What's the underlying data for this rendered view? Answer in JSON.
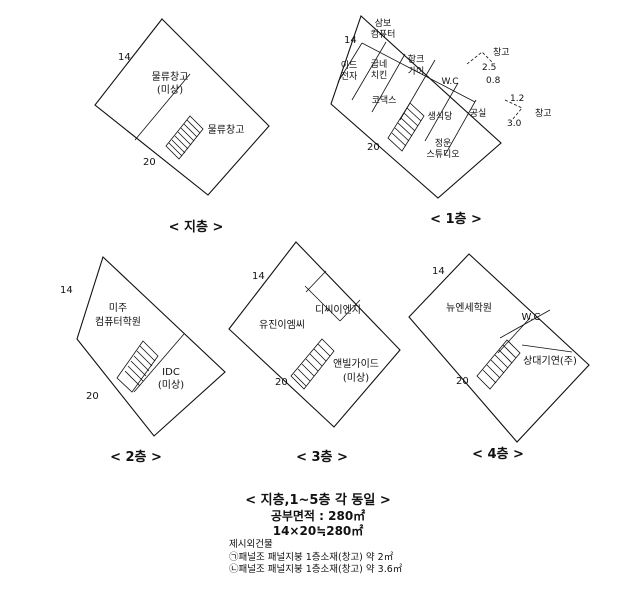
{
  "floors": {
    "basement": {
      "caption": "< 지층 >",
      "dim_short": "14",
      "dim_long": "20",
      "rooms": {
        "a_line1": "물류창고",
        "a_line2": "(미상)",
        "b": "물류창고"
      }
    },
    "first": {
      "caption": "< 1층 >",
      "dim_short": "14",
      "dim_long": "20",
      "rooms": {
        "sambo_1": "삼보",
        "sambo_2": "컴퓨터",
        "ideu_1": "이드",
        "ideu_2": "전자",
        "gubne_1": "굽네",
        "gubne_2": "치킨",
        "hanggaia_1": "항크",
        "hanggaia_2": "가이",
        "wc": "W.C",
        "kodaks": "코댁스",
        "saengsikdang": "생식당",
        "gongsil": "공실",
        "jeongun_1": "정운",
        "jeongun_2": "스튜디오"
      },
      "annex": {
        "upper_label": "창고",
        "upper_dim_a": "2.5",
        "upper_dim_b": "0.8",
        "lower_label": "창고",
        "lower_dim_a": "1.2",
        "lower_dim_b": "3.0"
      }
    },
    "second": {
      "caption": "< 2층 >",
      "dim_short": "14",
      "dim_long": "20",
      "rooms": {
        "a_line1": "미주",
        "a_line2": "컴퓨터학원",
        "b_line1": "IDC",
        "b_line2": "(미상)"
      }
    },
    "third": {
      "caption": "< 3층 >",
      "dim_short": "14",
      "dim_long": "20",
      "rooms": {
        "a": "유진이엠씨",
        "b": "디씨이엔지",
        "c_line1": "앤빌가이드",
        "c_line2": "(미상)"
      }
    },
    "fourth": {
      "caption": "< 4층 >",
      "dim_short": "14",
      "dim_long": "20",
      "rooms": {
        "a": "뉴엔세학원",
        "wc": "W.C",
        "c": "상대기연(주)"
      }
    }
  },
  "summary": {
    "title": "< 지층,1~5층 각 동일 >",
    "area_label": "공부면적 : 280㎡",
    "area_calc": "14×20≒280㎡",
    "extra_title": "제시외건물",
    "extra_1": "㉠패널조 패널지붕 1층소재(창고) 약 2㎡",
    "extra_2": "㉡패널조 패널지붕 1층소재(창고) 약 3.6㎡"
  }
}
